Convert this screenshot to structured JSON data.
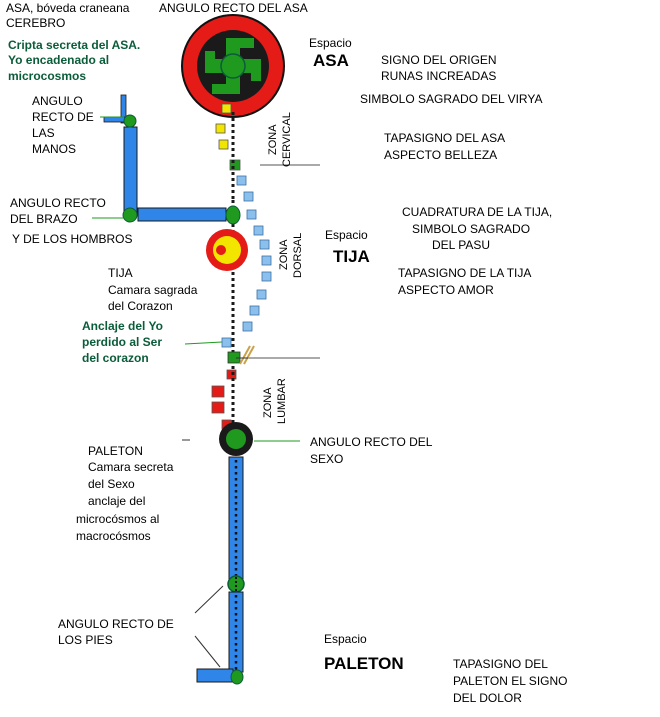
{
  "head": {
    "line1": "ASA, bóveda craneana",
    "line2": "CEREBRO",
    "angle_asa": "ANGULO RECTO DEL ASA"
  },
  "crypt": [
    "Cripta secreta del ASA.",
    "Yo encadenado al",
    "microcosmos"
  ],
  "hands": [
    "ANGULO",
    "RECTO DE",
    "LAS",
    "MANOS"
  ],
  "arm": [
    "ANGULO RECTO",
    "DEL BRAZO",
    "Y DE LOS HOMBROS"
  ],
  "tija_chamber": [
    "TIJA",
    "Camara sagrada",
    "del Corazon"
  ],
  "anchor_tija": [
    "Anclaje del Yo",
    "perdido al Ser",
    "del corazon"
  ],
  "paleton_chamber": [
    "PALETON",
    "Camara secreta",
    "del Sexo",
    "anclaje del",
    "microcósmos al",
    "macrocósmos"
  ],
  "feet": [
    "ANGULO RECTO DE",
    "LOS PIES"
  ],
  "espacio_asa": {
    "small": "Espacio",
    "big": "ASA"
  },
  "espacio_tija": {
    "small": "Espacio",
    "big": "TIJA"
  },
  "espacio_paleton": {
    "small": "Espacio",
    "big": "PALETON"
  },
  "asa_right": {
    "origen": [
      "SIGNO DEL ORIGEN",
      "RUNAS INCREADAS"
    ],
    "virya": "SIMBOLO SAGRADO DEL VIRYA",
    "tapasigno": [
      "TAPASIGNO DEL ASA",
      "ASPECTO BELLEZA"
    ]
  },
  "tija_right": {
    "cuadratura": "CUADRATURA  DE LA TIJA,",
    "pasu": [
      "SIMBOLO SAGRADO",
      "DEL PASU"
    ],
    "tapasigno": [
      "TAPASIGNO DE LA TIJA",
      "ASPECTO AMOR"
    ]
  },
  "sexo": [
    "ANGULO RECTO DEL",
    "SEXO"
  ],
  "paleton_right": [
    "TAPASIGNO DEL",
    "PALETON EL SIGNO",
    "DEL DOLOR"
  ],
  "zones": {
    "cervical": [
      "ZONA",
      "CERVICAL"
    ],
    "dorsal": [
      "ZONA",
      "DORSAL"
    ],
    "lumbar": [
      "ZONA",
      "LUMBAR"
    ]
  },
  "colors": {
    "blue": "#2f86e8",
    "light_blue": "#8cc0ec",
    "green": "#1f9a1f",
    "dark_green": "#0b5c3a",
    "red": "#e41b17",
    "yellow": "#f2e500",
    "black": "#1a1a1a"
  }
}
